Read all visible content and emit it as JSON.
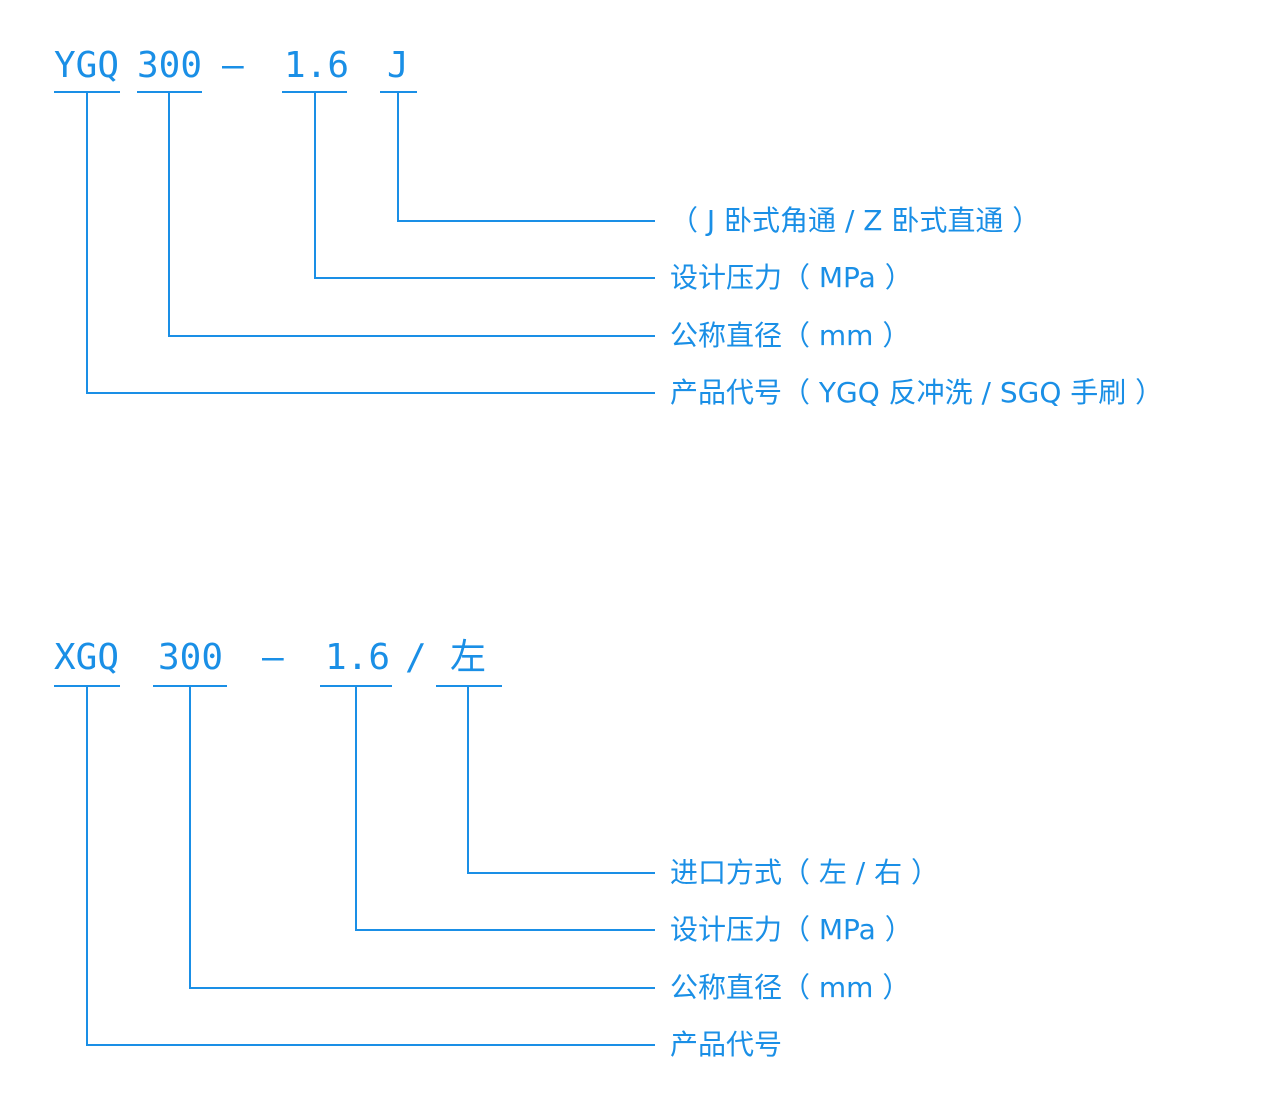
{
  "diagram1": {
    "code_parts": [
      "YGQ",
      "300",
      "—",
      "1.6",
      "J"
    ],
    "labels": [
      "（ J 卧式角通 / Z 卧式直通 ）",
      "设计压力（ MPa ）",
      "公称直径（ mm ）",
      "产品代号（ YGQ 反冲洗 / SGQ 手刷 ）"
    ]
  },
  "diagram2": {
    "code_parts": [
      "XGQ",
      "300",
      "—",
      "1.6",
      "/",
      "左"
    ],
    "labels": [
      "进口方式（ 左 / 右 ）",
      "设计压力（ MPa ）",
      "公称直径（ mm ）",
      "产品代号"
    ]
  },
  "colors": {
    "accent": "#1a8fe6",
    "background": "#ffffff"
  }
}
